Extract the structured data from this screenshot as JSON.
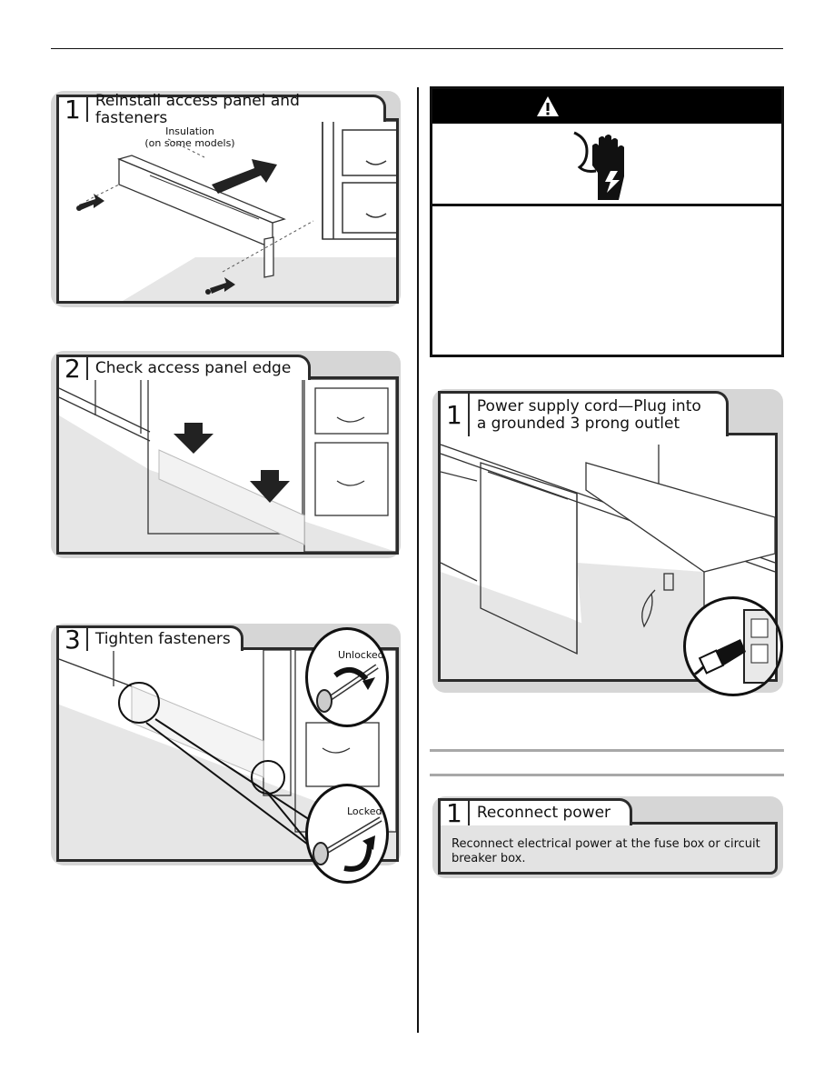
{
  "left_column": {
    "step1": {
      "number": "1",
      "title": "Reinstall access panel and fasteners",
      "callout_insulation": "Insulation",
      "callout_models": "(on some models)"
    },
    "step2": {
      "number": "2",
      "title": "Check access panel edge"
    },
    "step3": {
      "number": "3",
      "title": "Tighten fasteners",
      "label_unlocked": "Unlocked",
      "label_locked": "Locked"
    }
  },
  "right_column": {
    "warning_box": {
      "icon_names": [
        "warning-triangle-icon",
        "electrical-shock-hand-icon"
      ]
    },
    "power_step": {
      "number": "1",
      "title_line1": "Power supply cord—Plug into",
      "title_line2": "a grounded 3 prong outlet"
    },
    "reconnect_step": {
      "number": "1",
      "title": "Reconnect power",
      "body_line1": "Reconnect electrical power at the fuse box or circuit",
      "body_line2": "breaker box."
    }
  }
}
